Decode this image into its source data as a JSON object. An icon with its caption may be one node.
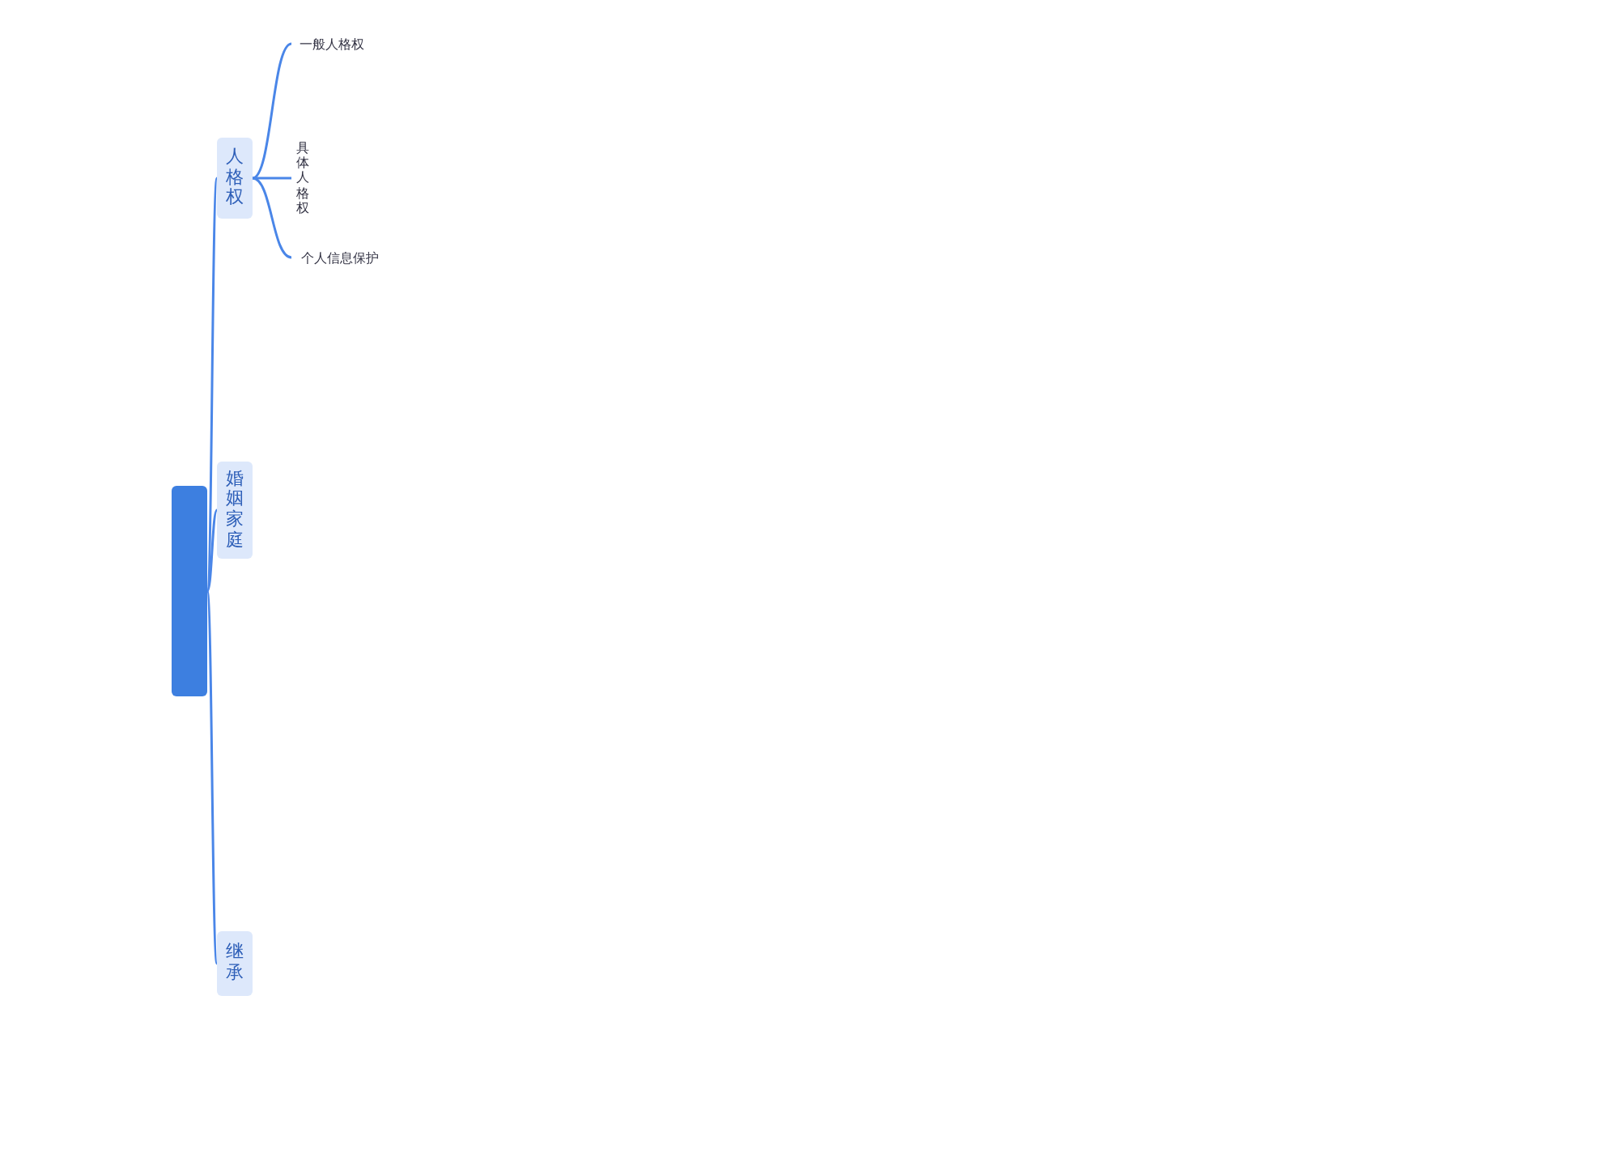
{
  "diagram": {
    "nodes": [
      {
        "text": [],
        "shape": "box"
      },
      {
        "text": [
          "人格权"
        ]
      },
      {
        "text": [
          "婚姻家庭"
        ]
      },
      {
        "text": [
          "继承"
        ]
      },
      {
        "text": [
          "一般人格权"
        ]
      },
      {
        "text": [
          "具体人格权"
        ]
      },
      {
        "text": [
          "个人信息保护"
        ]
      }
    ],
    "edges": [
      {
        "from": 0,
        "to": 1,
        "arrow": "none"
      },
      {
        "from": 0,
        "to": 2,
        "arrow": "none"
      },
      {
        "from": 0,
        "to": 3,
        "arrow": "none"
      },
      {
        "from": 1,
        "to": 4,
        "arrow": "none"
      },
      {
        "from": 1,
        "to": 5,
        "arrow": "none"
      },
      {
        "from": 1,
        "to": 6,
        "arrow": "none"
      }
    ]
  }
}
